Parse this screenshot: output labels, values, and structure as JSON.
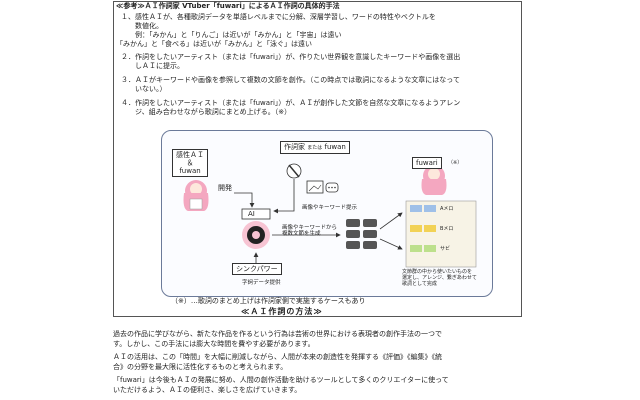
{
  "heading": "≪参考≫ＡＩ作詞家 VTuber「fuwari」によるＡＩ作詞の具体的手法",
  "steps": [
    {
      "num": "１、",
      "lines": [
        "感性ＡＩが、各種歌詞データを単語レベルまでに分解、深層学習し、ワードの特性やベクトルを",
        "数値化。"
      ]
    },
    {
      "num": "",
      "lines": [
        "例：「みかん」と「りんご」は近いが「みかん」と「宇宙」は遠い",
        "「みかん」と「食べる」は近いが「みかん」と「泳ぐ」は遠い"
      ]
    },
    {
      "num": "２．",
      "lines": [
        "作詞をしたいアーティスト（または「fuwari」）が、作りたい世界観を意識したキーワードや画像を選出",
        "しＡＩに提示。"
      ]
    },
    {
      "num": "３．",
      "lines": [
        "ＡＩがキーワードや画像を参照して複数の文節を創作。（この時点では歌詞になるような文章にはなって",
        "いない。）"
      ]
    },
    {
      "num": "４．",
      "lines": [
        "作詞をしたいアーティスト（または「fuwari」）が、ＡＩが創作した文節を自然な文章になるようアレン",
        "ジ、組み合わせながら歌詞にまとめ上げる。（※）"
      ]
    }
  ],
  "diagram": {
    "kansei_label": "感性ＡＩ\n＆\nfuwan",
    "lyricist_label": "作詞家",
    "lyricist_or": "または",
    "lyricist_name": "fuwan",
    "fuwari_label": "fuwari",
    "fuwari_note": "（※）",
    "dev_label": "開発",
    "ai_label": "AI",
    "keyword_label": "画像やキーワード提示",
    "generate_label": "画像やキーワードから\n複数文節を生成",
    "sinkpower_label": "シンクパワー",
    "lyric_data_label": "字詞データ提供",
    "choice_labels": [
      "Aメロ",
      "Bメロ",
      "サビ"
    ],
    "right_caption": "文節群の中から使いたいものを\n選定し、アレンジ、繋ぎあわせて\n歌詞として完成"
  },
  "footnote": "（※）…歌詞のまとめ上げは作詞家側で実施するケースもあり",
  "method_title": "≪ＡＩ作詞の方法≫",
  "paragraphs": [
    "過去の作品に学びながら、新たな作品を作るという行為は芸術の世界における表現者の創作手法の一つで",
    "す。しかし、この手法には膨大な時間を費やす必要があります。",
    "ＡＩの活用は、この「時間」を大幅に削減しながら、人間が本来の創造性を発揮する《評価》《編集》《統",
    "合》の分野を最大限に活性化するものと考えられます。",
    "「fuwari」は今後もＡＩの発展に努め、人間の創作活動を助けるツールとして多くのクリエイターに使って",
    "いただけるよう、ＡＩの便利さ、楽しさを広げていきます。"
  ],
  "colors": {
    "accent_pink": "#e98bb0",
    "hair_pink": "#f4a7c0",
    "note_yellow": "#f2d255",
    "note_blue": "#9fc0e8",
    "frame": "#6b7a99"
  }
}
